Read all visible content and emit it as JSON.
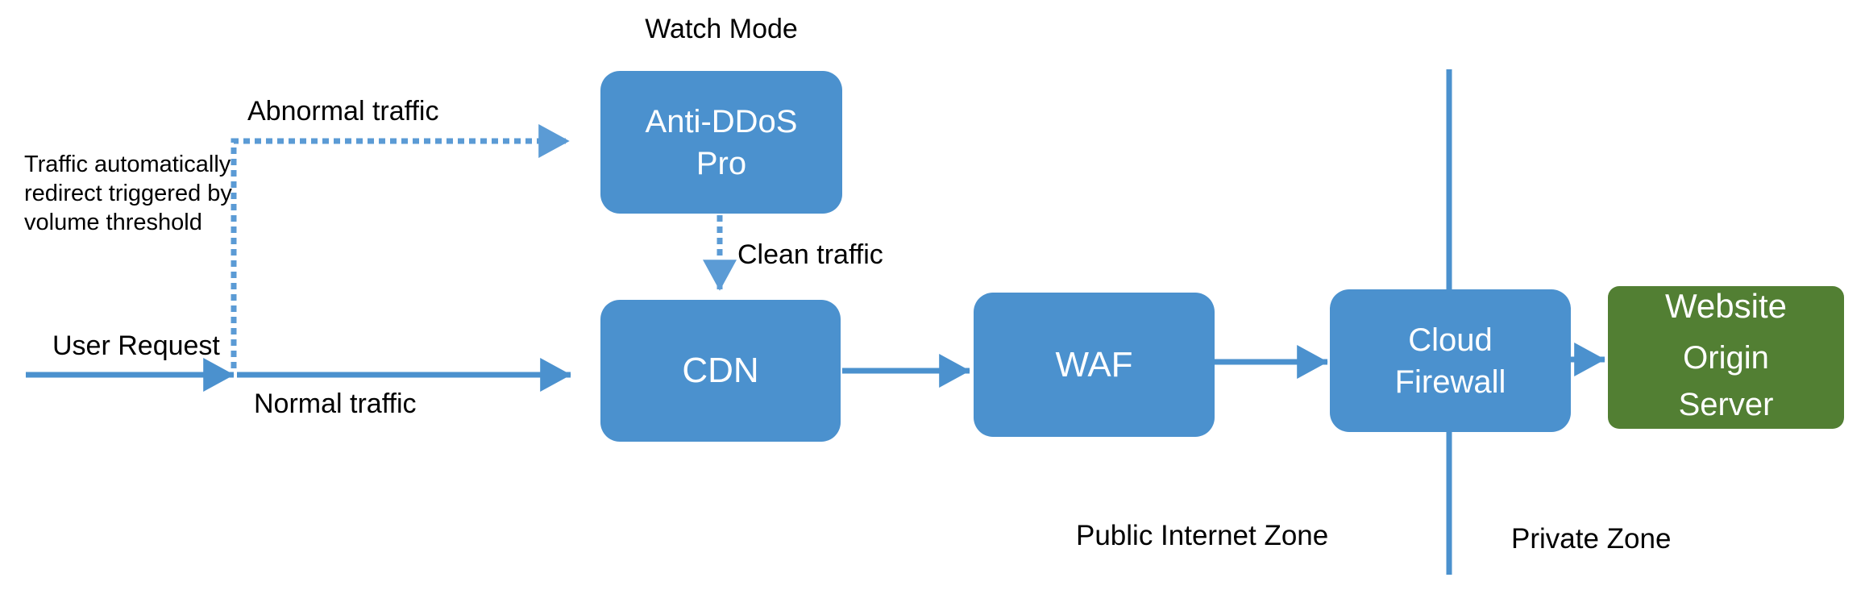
{
  "colors": {
    "node_blue": "#4B91CE",
    "node_green": "#527F33",
    "connector_blue": "#4B91CE",
    "dashed_blue": "#5B9BD5",
    "text_white": "#FFFFFF",
    "text_black": "#000000"
  },
  "nodes": {
    "anti_ddos": {
      "label": "Anti-DDoS\nPro"
    },
    "cdn": {
      "label": "CDN"
    },
    "waf": {
      "label": "WAF"
    },
    "cloud_firewall": {
      "label": "Cloud\nFirewall"
    },
    "origin_server": {
      "line1": "Website",
      "line2": "Origin\nServer"
    }
  },
  "labels": {
    "watch_mode": "Watch Mode",
    "abnormal_traffic": "Abnormal traffic",
    "redirect_note": "Traffic automatically\nredirect triggered by\nvolume threshold",
    "user_request": "User Request",
    "normal_traffic": "Normal traffic",
    "clean_traffic": "Clean traffic",
    "public_zone": "Public Internet Zone",
    "private_zone": "Private Zone"
  },
  "edges": [
    {
      "from": "user-request",
      "to": "junction",
      "style": "solid",
      "label": "User Request"
    },
    {
      "from": "junction",
      "to": "anti_ddos",
      "style": "dashed",
      "label": "Abnormal traffic"
    },
    {
      "from": "anti_ddos",
      "to": "cdn",
      "style": "dashed",
      "label": "Clean traffic"
    },
    {
      "from": "junction",
      "to": "cdn",
      "style": "solid",
      "label": "Normal traffic"
    },
    {
      "from": "cdn",
      "to": "waf",
      "style": "solid",
      "label": ""
    },
    {
      "from": "waf",
      "to": "cloud_firewall",
      "style": "solid",
      "label": ""
    },
    {
      "from": "cloud_firewall",
      "to": "origin_server",
      "style": "solid",
      "label": ""
    }
  ],
  "zones": {
    "left": "Public Internet Zone",
    "right": "Private Zone"
  }
}
